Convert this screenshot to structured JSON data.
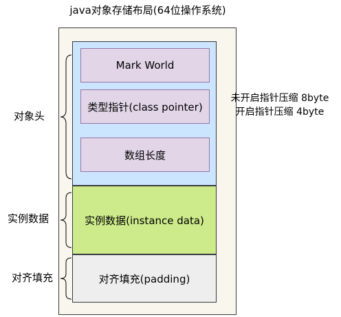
{
  "title": "java对象存储布局(64位操作系统)",
  "colors": {
    "outer_fill": "#f9f7ed",
    "header_fill": "#cce5ff",
    "inner_fill": "#e1d5e7",
    "instance_fill": "#cdeb8b",
    "padding_fill": "#eeeeee",
    "stroke": "#36393d",
    "inner_stroke": "#9673a6"
  },
  "header": {
    "label": "对象头",
    "fields": [
      {
        "label": "Mark World"
      },
      {
        "label": "类型指针(class pointer)"
      },
      {
        "label": "数组长度"
      }
    ],
    "pointer_note": [
      "未开启指针压缩 8byte",
      "开启指针压缩 4byte"
    ]
  },
  "instance": {
    "label": "实例数据",
    "box_label": "实例数据(instance data)"
  },
  "padding": {
    "label": "对齐填充",
    "box_label": "对齐填充(padding)"
  }
}
